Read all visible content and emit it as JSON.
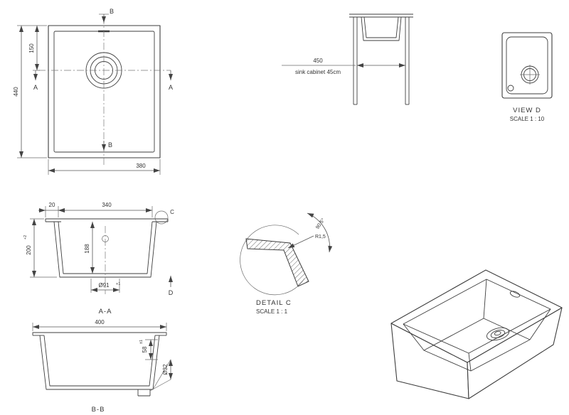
{
  "sheet": {
    "background": "#ffffff",
    "line_color": "#3d3d3d",
    "description": "undermount sink technical drawing"
  },
  "plan_view": {
    "section_b_top_label": "B",
    "section_b_bottom_label": "B",
    "section_a_left_label": "A",
    "section_a_right_label": "A",
    "dim_drain_from_top": "150",
    "dim_overall_height": "440",
    "dim_overall_width": "380"
  },
  "cabinet_view": {
    "dim_width": "450",
    "caption": "sink cabinet 45cm"
  },
  "view_d": {
    "title": "VIEW D",
    "scale": "SCALE 1 : 10"
  },
  "section_aa": {
    "label": "A-A",
    "dim_flange": "20",
    "dim_bowl_width": "340",
    "dim_bowl_depth": "188",
    "dim_overall_height": "200",
    "dim_overall_height_tol": "+2",
    "dim_drain_dia": "Ø91",
    "dim_drain_dia_tol": "+1",
    "detail_marker": "C",
    "view_marker": "D"
  },
  "detail_c": {
    "title": "DETAIL C",
    "scale": "SCALE 1 : 1",
    "fillet_radius": "R1,5",
    "wall_angle": "90,5°"
  },
  "section_bb": {
    "label": "B-B",
    "dim_overall_width": "400",
    "dim_drain_offset": "58",
    "dim_drain_offset_tol": "±1",
    "dim_waste_dia": "Ø32"
  }
}
